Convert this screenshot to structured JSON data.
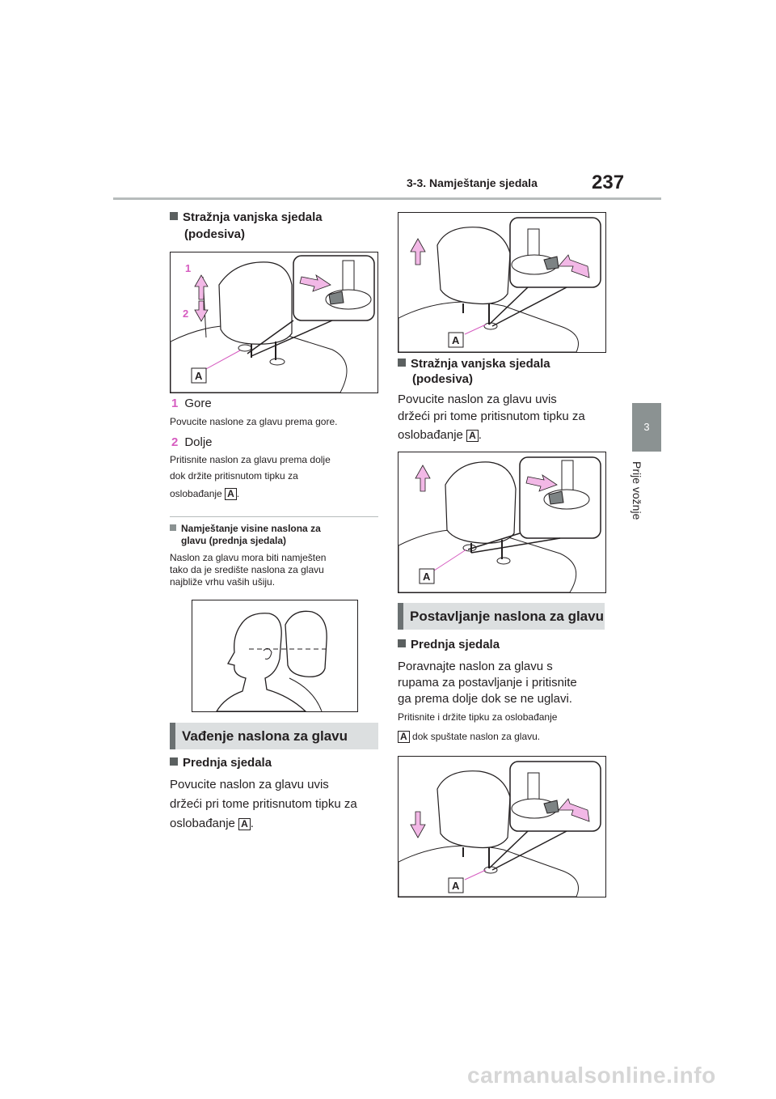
{
  "header": {
    "section_title": "3-3. Namještanje sjedala",
    "page_number": "237"
  },
  "side_tab": {
    "chapter_number": "3",
    "chapter_title": "Prije vožnje"
  },
  "left": {
    "heading1_line1": "Stražnja vanjska sjedala",
    "heading1_line2": "(podesiva)",
    "step1_num": "1",
    "step1_label": "Gore",
    "step1_desc": "Povucite naslone za glavu prema gore.",
    "step2_num": "2",
    "step2_label": "Dolje",
    "step2_desc_line1": "Pritisnite naslon za glavu prema dolje",
    "step2_desc_line2": "dok držite pritisnutom tipku za",
    "step2_desc_line3": "oslobađanje",
    "note_heading_line1": "Namještanje visine naslona za",
    "note_heading_line2": "glavu (prednja sjedala)",
    "note_text_line1": "Naslon za glavu mora biti namješten",
    "note_text_line2": "tako da je središte naslona za glavu",
    "note_text_line3": "najbliže vrhu vaših ušiju.",
    "section_heading": "Vađenje naslona za glavu",
    "front_heading": "Prednja sjedala",
    "front_text_line1": "Povucite naslon za glavu uvis",
    "front_text_line2": "držeći pri tome pritisnutom tipku za",
    "front_text_line3": "oslobađanje"
  },
  "right": {
    "rear_heading_line1": "Stražnja vanjska sjedala",
    "rear_heading_line2": "(podesiva)",
    "rear_text_line1": "Povucite naslon za glavu uvis",
    "rear_text_line2": "držeći pri tome pritisnutom tipku za",
    "rear_text_line3": "oslobađanje",
    "section_heading": "Postavljanje naslona za glavu",
    "front_heading": "Prednja sjedala",
    "front_text_line1": "Poravnajte naslon za glavu s",
    "front_text_line2": "rupama za postavljanje i pritisnite",
    "front_text_line3": "ga prema dolje dok se ne uglavi.",
    "front_small_line1": "Pritisnite i držite tipku za oslobađanje",
    "front_small_line2": "dok spuštate naslon za glavu."
  },
  "labels": {
    "release_button": "A",
    "period": "."
  },
  "figure_labels": {
    "up": "1",
    "down": "2",
    "button": "A"
  },
  "footer": {
    "watermark": "carmanualsonline.info"
  },
  "colors": {
    "accent_pink": "#d65cc0",
    "tab_gray": "#8b9292",
    "arrow_fill": "#f2b8e6"
  }
}
